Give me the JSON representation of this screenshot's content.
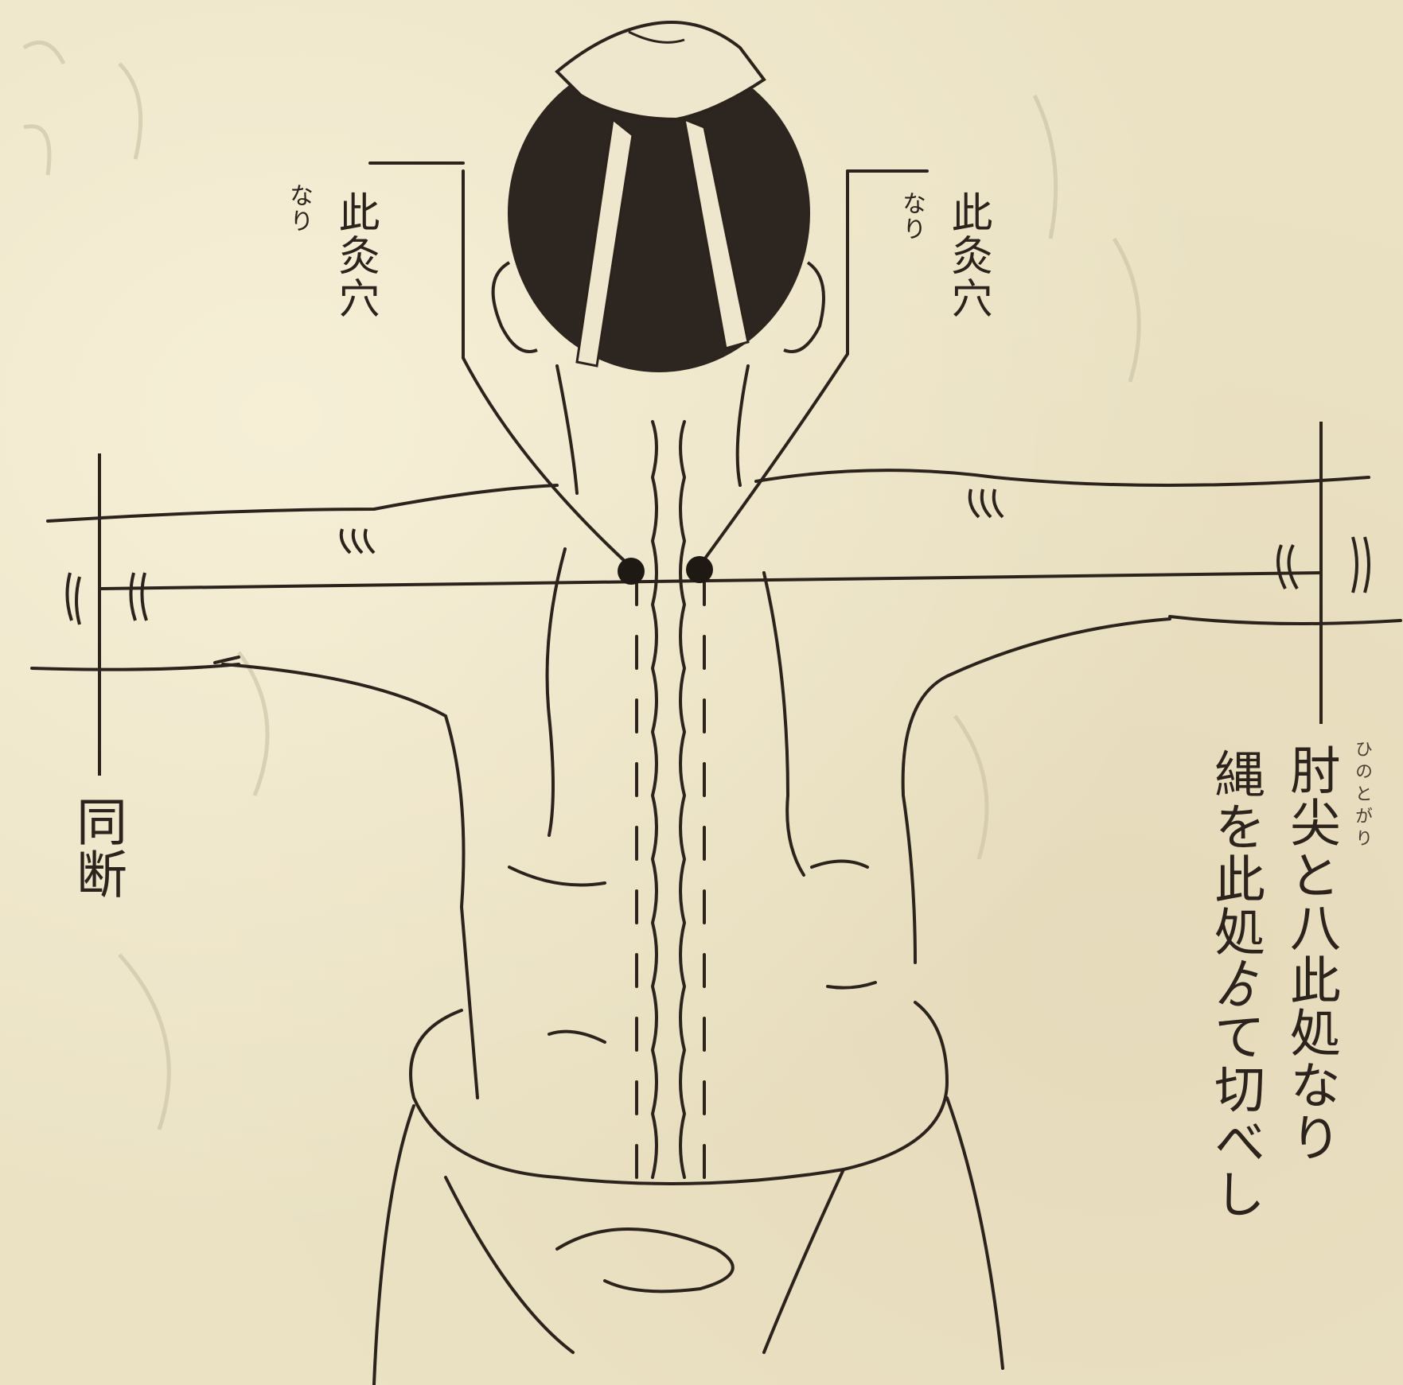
{
  "labels": {
    "left_point_main": "此灸穴",
    "left_point_note": "なり",
    "right_point_main": "此灸穴",
    "right_point_note": "なり",
    "left_side_caption": "同断",
    "right_caption_col1": "肘尖と八此処なり",
    "right_caption_ruby": "ひのとがり",
    "right_caption_col2": "縄を此処ゟて切べし"
  },
  "colors": {
    "paper": "#ebe2c4",
    "ink": "#2b231c",
    "hair": "#2d2520"
  }
}
